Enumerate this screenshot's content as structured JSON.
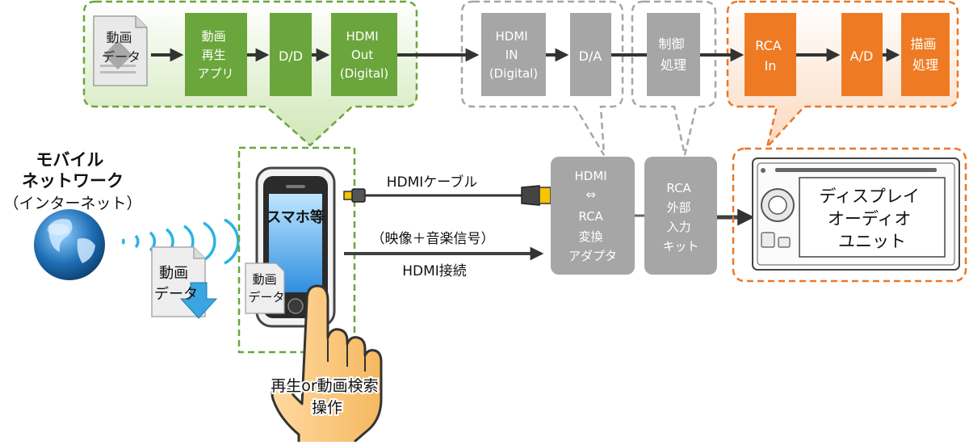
{
  "smartphone_chain": {
    "video_data": [
      "動画",
      "データ"
    ],
    "playback_app": [
      "動画",
      "再生",
      "アプリ"
    ],
    "dd": "D/D",
    "hdmi_out": [
      "HDMI",
      "Out",
      "(Digital)"
    ]
  },
  "adapter_chain": {
    "hdmi_in": [
      "HDMI",
      "IN",
      "(Digital)"
    ],
    "da": "D/A",
    "control": [
      "制御",
      "処理"
    ]
  },
  "display_chain": {
    "rca_in": [
      "RCA",
      "In"
    ],
    "ad": "A/D",
    "render": [
      "描画",
      "処理"
    ]
  },
  "mobile_network": [
    "モバイル",
    "ネットワーク",
    "（インターネット）"
  ],
  "download_data": [
    "動画",
    "データ"
  ],
  "smartphone": {
    "label": "スマホ等",
    "screen_data": [
      "動画",
      "データ"
    ]
  },
  "operation": [
    "再生or動画検索",
    "操作"
  ],
  "cable": {
    "hdmi_cable": "HDMIケーブル",
    "signal": "（映像＋音楽信号）",
    "connection": "HDMI接続"
  },
  "converter": [
    "HDMI",
    "⇔",
    "RCA",
    "変換",
    "アダプタ"
  ],
  "rca_kit": [
    "RCA",
    "外部",
    "入力",
    "キット"
  ],
  "head_unit": [
    "ディスプレイ",
    "オーディオ",
    "ユニット"
  ],
  "colors": {
    "green": "#6aa63b",
    "green_border": "#6aa63b",
    "green_fill": "#e4f1d7",
    "gray_box": "#a6a6a6",
    "gray_border": "#a6a6a6",
    "orange": "#ee7b24",
    "orange_border": "#e6792b",
    "arrow": "#404040"
  }
}
